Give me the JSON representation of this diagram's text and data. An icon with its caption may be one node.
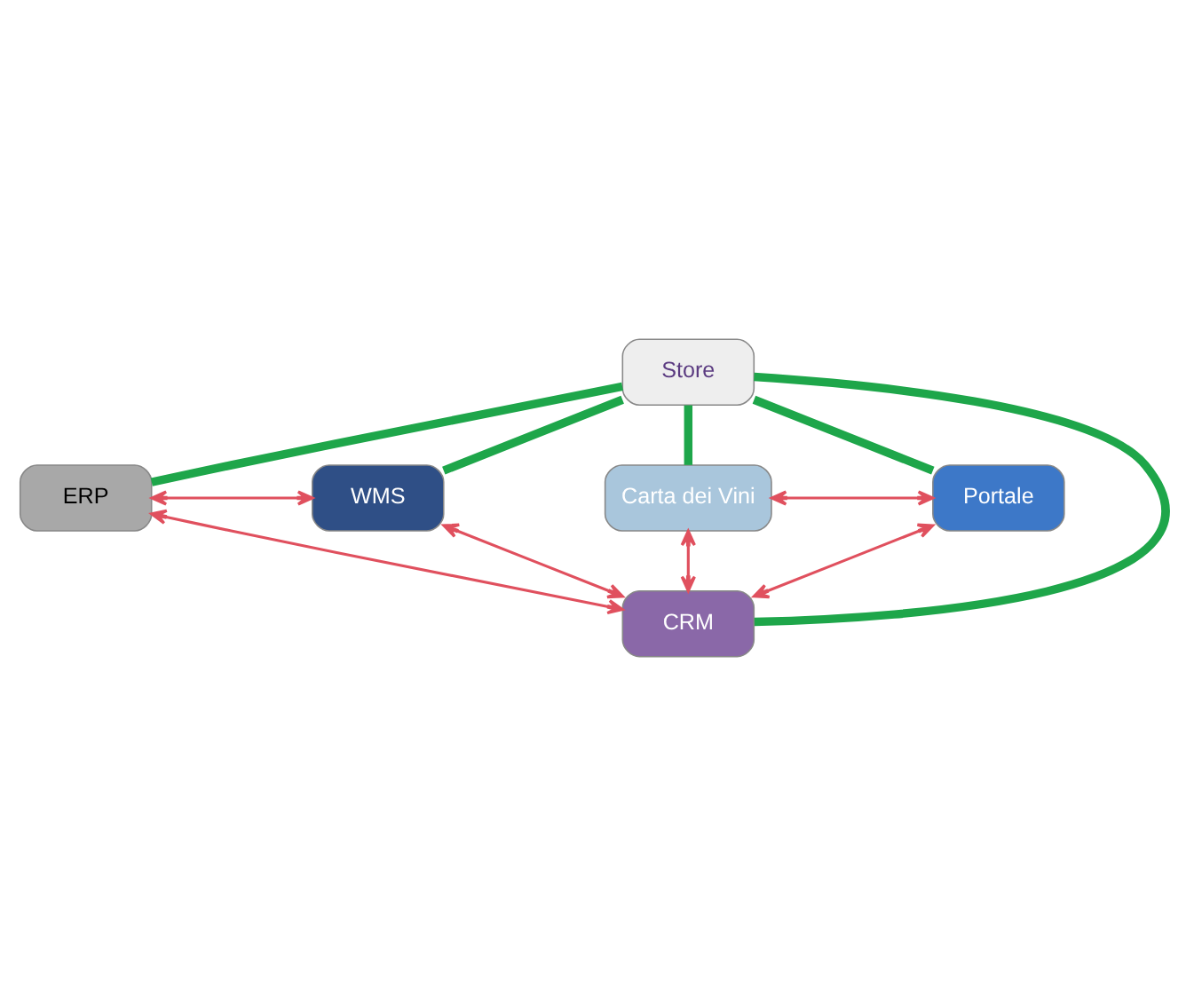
{
  "diagram": {
    "nodes": [
      {
        "text": [
          "ERP"
        ]
      },
      {
        "text": [
          "WMS"
        ]
      },
      {
        "text": [
          "Store"
        ]
      },
      {
        "text": [
          "Carta dei Vini"
        ]
      },
      {
        "text": [
          "Portale"
        ]
      },
      {
        "text": [
          "CRM"
        ]
      }
    ],
    "edges": [
      {
        "from": 0,
        "to": 1,
        "arrow": "both"
      },
      {
        "from": 2,
        "to": 0,
        "arrow": "none",
        "style": "thick",
        "color": "#1ea64a"
      },
      {
        "from": 2,
        "to": 1,
        "arrow": "none",
        "style": "thick",
        "color": "#1ea64a"
      },
      {
        "from": 2,
        "to": 3,
        "arrow": "none",
        "style": "thick",
        "color": "#1ea64a"
      },
      {
        "from": 2,
        "to": 4,
        "arrow": "none",
        "style": "thick",
        "color": "#1ea64a"
      },
      {
        "from": 2,
        "to": 5,
        "arrow": "none",
        "style": "thick",
        "color": "#1ea64a"
      },
      {
        "from": 0,
        "to": 5,
        "arrow": "both"
      },
      {
        "from": 1,
        "to": 5,
        "arrow": "both"
      },
      {
        "from": 3,
        "to": 5,
        "arrow": "both"
      },
      {
        "from": 4,
        "to": 5,
        "arrow": "both"
      },
      {
        "from": 3,
        "to": 4,
        "arrow": "both"
      }
    ]
  }
}
